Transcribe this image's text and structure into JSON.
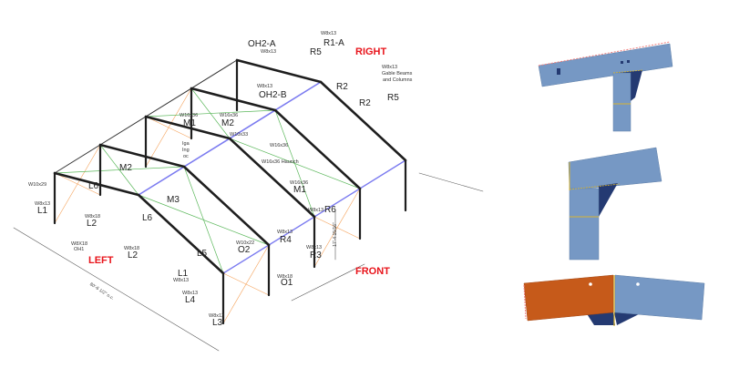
{
  "colors": {
    "frame": "#1e1e1e",
    "purlin": "#7b7bf0",
    "roof_bracing": "#5cb85c",
    "wall_bracing": "#f5a25a",
    "side_label": "#e8141b",
    "detail_steel": "#7698c4",
    "detail_stiffener": "#243a72",
    "detail_highlight": "#c65a1a",
    "weld": "#d8b533"
  },
  "sides": {
    "left": "LEFT",
    "right": "RIGHT",
    "front": "FRONT"
  },
  "dimensions": {
    "length": "80'-6 1/2\" o.c.",
    "height": "17'-4 15/16\""
  },
  "labels": {
    "oh2a": "OH2-A",
    "oh2a_size": "W8x13",
    "r1a": "R1-A",
    "r1a_size": "W8x13",
    "r5_back": "R5",
    "gable_size": "W8x13",
    "gable_note1": "Gable Beams",
    "gable_note2": "and Columns",
    "r2_a": "R2",
    "r2_b": "R2",
    "r5_right": "R5",
    "oh2b": "OH2-B",
    "oh2b_size": "W8x13",
    "m1_back": "M1",
    "m1_back_size": "W16x36",
    "m2_back": "M2",
    "m2_back_size": "W16x36",
    "w10x33": "W10x33",
    "bracing1": "Iga",
    "bracing2": "Ing",
    "bracing3": "oc",
    "rafter_size": "W16x36",
    "haunch": "W16x36 Haunch",
    "m1_front": "M1",
    "m1_front_size": "W16x36",
    "r6": "R6",
    "r6_size": "W8x13",
    "r4": "R4",
    "r4_size": "W8x13",
    "r3": "R3",
    "r3_size": "W8x13",
    "o2": "O2",
    "o2_size": "W10x22",
    "o1": "O1",
    "o1_size": "W8x18",
    "l5": "L5",
    "l1_front": "L1",
    "l1_front_size": "W8x13",
    "l4": "L4",
    "l4_size": "W8x13",
    "l3": "L3",
    "l3_size": "W8x13",
    "l2_mid": "L2",
    "l2_mid_size": "W8x18",
    "oh1_size": "W8X18",
    "oh1": "OH1",
    "l2_back": "L2",
    "l2_back_size": "W8x18",
    "l1_back": "L1",
    "l1_back_size": "W8x13",
    "w10x29": "W10x29",
    "l6_a": "L6",
    "l6_b": "L6",
    "m2_front": "M2",
    "m3": "M3"
  }
}
